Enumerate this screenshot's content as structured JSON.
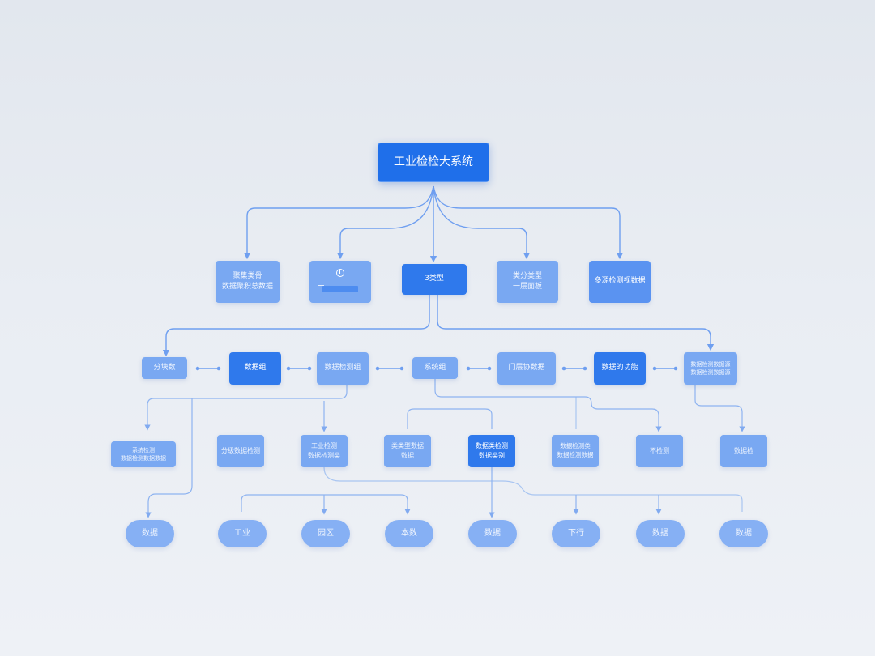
{
  "colors": {
    "root": "#1f6fea",
    "dark": "#2f79ec",
    "medium": "#5a93f1",
    "light": "#79a8f2",
    "pill": "#86b0f4",
    "connector": "#6f9ff0"
  },
  "root": {
    "label": "工业检检大系统"
  },
  "level1": [
    {
      "lines": [
        "聚集类骨",
        "数据聚积总数据"
      ]
    },
    {
      "lines": [],
      "icon": "clock-icon"
    },
    {
      "lines": [
        "3类型"
      ]
    },
    {
      "lines": [
        "类分类型",
        "一层面板"
      ]
    },
    {
      "lines": [
        "多源检测视数据"
      ]
    }
  ],
  "level2": [
    {
      "lines": [
        "分块数"
      ]
    },
    {
      "lines": [
        "数据组"
      ]
    },
    {
      "lines": [
        "数据检测组"
      ]
    },
    {
      "lines": [
        "系统组"
      ]
    },
    {
      "lines": [
        "门层协数据"
      ]
    },
    {
      "lines": [
        "数据的功能"
      ]
    },
    {
      "lines": [
        "数据检测数据源",
        "数据检测数据源"
      ]
    }
  ],
  "level3": [
    {
      "lines": [
        "系统检测",
        "数据检测数据数据"
      ]
    },
    {
      "lines": [
        "分级数据检测"
      ]
    },
    {
      "lines": [
        "工业检测",
        "数据检测类"
      ]
    },
    {
      "lines": [
        "类类型数据",
        "数据"
      ]
    },
    {
      "lines": [
        "数据类检测",
        "数据类别"
      ]
    },
    {
      "lines": [
        "数据检测类",
        "数据检测数据"
      ]
    },
    {
      "lines": [
        "不检测"
      ]
    },
    {
      "lines": [
        "数据检"
      ]
    }
  ],
  "level4": [
    "数据",
    "工业",
    "园区",
    "本数",
    "数据",
    "下行",
    "数据",
    "数据"
  ]
}
